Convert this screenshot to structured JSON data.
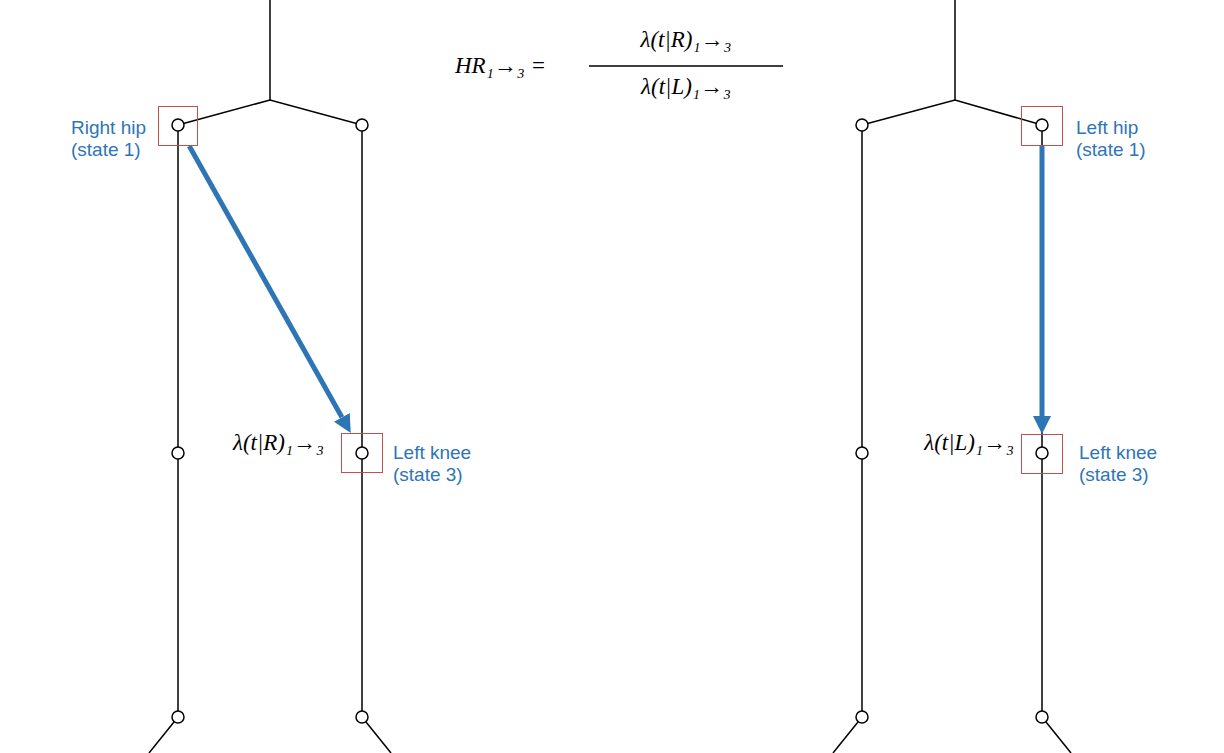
{
  "diagram": {
    "nodes": [
      {
        "text": [
          "Right hip (state 1)"
        ]
      },
      {
        "text": [
          "Left knee (state 3)"
        ]
      },
      {
        "text": [
          "Left hip (state 1)"
        ]
      },
      {
        "text": [
          "Left knee (state 3)"
        ]
      }
    ],
    "edges": [
      {
        "from": 0,
        "to": 1,
        "arrow": "to",
        "label": "λ(t|R)₁→₃"
      },
      {
        "from": 2,
        "to": 3,
        "arrow": "to",
        "label": "λ(t|L)₁→₃"
      }
    ],
    "labels": [
      "HR₁→₃ =",
      "λ(t|R)₁→₃",
      "λ(t|L)₁→₃"
    ]
  }
}
